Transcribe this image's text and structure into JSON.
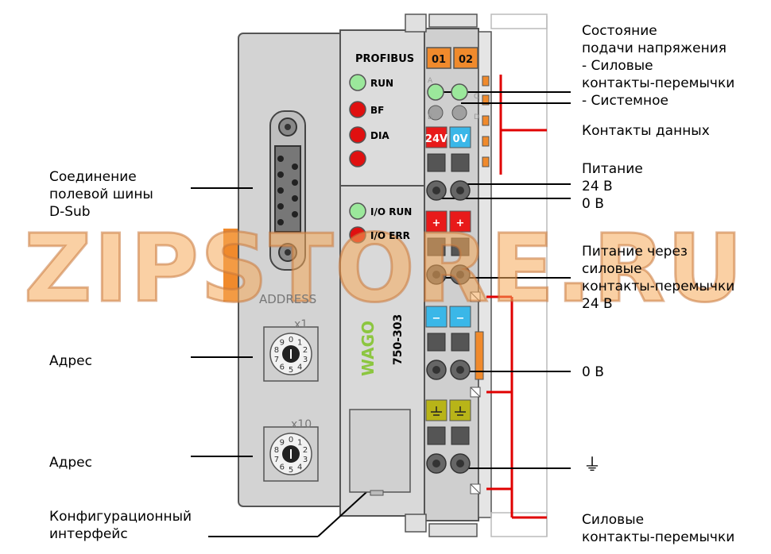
{
  "watermark": "ZIPSTORE.RU",
  "device": {
    "bus_name": "PROFIBUS",
    "model": "750-303",
    "brand": "WAGO",
    "address_caption": "ADDRESS",
    "x1": "x1",
    "x10": "x10",
    "leds": [
      {
        "label": "RUN",
        "color": "#9be89b"
      },
      {
        "label": "BF",
        "color": "#e01010"
      },
      {
        "label": "DIA",
        "color": "#e01010"
      },
      {
        "label": "",
        "color": "#e01010"
      },
      {
        "label": "I/O RUN",
        "color": "#9be89b"
      },
      {
        "label": "I/O ERR",
        "color": "#e01010"
      }
    ],
    "status_boxes": [
      "01",
      "02"
    ],
    "terminal_labels": {
      "plus24": "24V",
      "zero": "0V",
      "plus": "+",
      "minus": "−"
    },
    "dial_digits": [
      "0",
      "1",
      "2",
      "3",
      "4",
      "5",
      "6",
      "7",
      "8",
      "9"
    ],
    "terminal_letters": [
      "A",
      "C",
      "B",
      "D"
    ]
  },
  "labels": {
    "voltage_status": [
      "Состояние",
      "подачи напряжения",
      "-  Силовые",
      "    контакты-перемычки",
      "-  Системное"
    ],
    "data_contacts": "Контакты данных",
    "power_supply": [
      "Питание",
      "24 В",
      "0 В"
    ],
    "power_via_jumpers": [
      "Питание через",
      "силовые",
      "контакты-перемычки",
      "24 В"
    ],
    "zero_v": "0 В",
    "ground_symbol": "⏚",
    "power_jumpers": [
      "Силовые",
      "контакты-перемычки"
    ],
    "fieldbus": [
      "Соединение",
      "полевой шины",
      "D-Sub"
    ],
    "address1": "Адрес",
    "address2": "Адрес",
    "config_interface": [
      "Конфигурационный",
      "интерфейс"
    ]
  },
  "colors": {
    "housing": "#d6d6d6",
    "housing_dark": "#bdbdbd",
    "orange": "#f08a2c",
    "red_line": "#e00000",
    "blue_terminal": "#3ab7e8",
    "red_terminal": "#e81a1a",
    "olive_terminal": "#b8b418",
    "green_brand": "#8cc640"
  }
}
